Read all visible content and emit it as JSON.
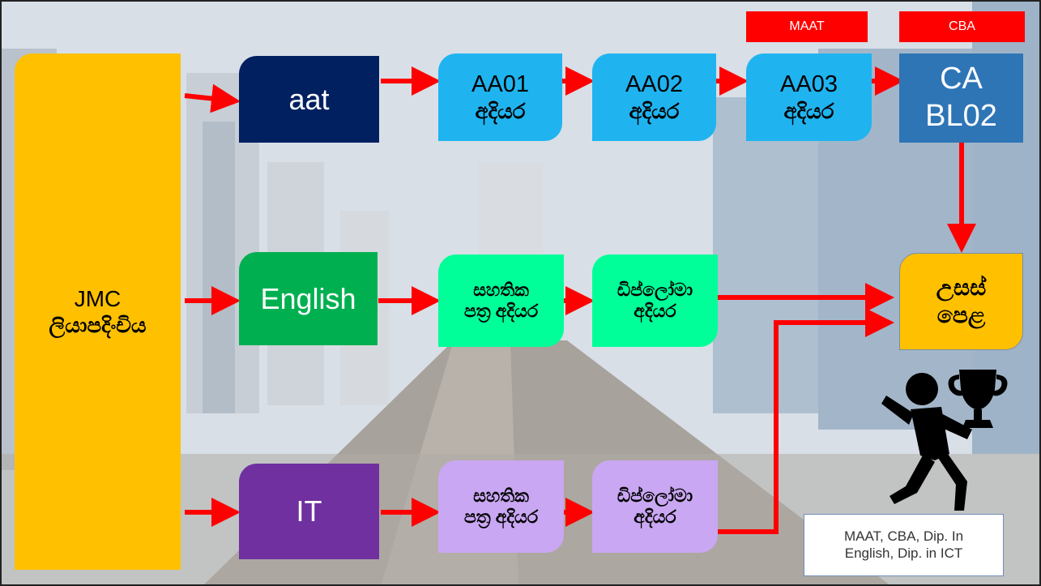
{
  "colors": {
    "arrow": "#ff0000",
    "jmc": "#ffc000",
    "aat": "#002060",
    "english": "#00b050",
    "it": "#7030a0",
    "aa_steps": "#1fb4f0",
    "ca": "#2e75b6",
    "english_steps": "#00ff99",
    "it_steps": "#c9a7f2",
    "goal": "#ffc000",
    "tags": "#ff0000"
  },
  "jmc": {
    "line1": "JMC",
    "line2": "ලියාපදිංචිය"
  },
  "tracks": {
    "aat": {
      "label": "aat"
    },
    "english": {
      "label": "English"
    },
    "it": {
      "label": "IT"
    }
  },
  "aat_steps": [
    {
      "line1": "AA01",
      "line2": "අදියර"
    },
    {
      "line1": "AA02",
      "line2": "අදියර"
    },
    {
      "line1": "AA03",
      "line2": "අදියර"
    }
  ],
  "ca": {
    "line1": "CA",
    "line2": "BL02"
  },
  "tags": {
    "maat": "MAAT",
    "cba": "CBA"
  },
  "english_steps": [
    {
      "line1": "සහතික",
      "line2": "පත්‍ර අදියර"
    },
    {
      "line1": "ඩිප්ලෝමා",
      "line2": "අදියර"
    }
  ],
  "it_steps": [
    {
      "line1": "සහතික",
      "line2": "පත්‍ර අදියර"
    },
    {
      "line1": "ඩිප්ලෝමා",
      "line2": "අදියර"
    }
  ],
  "goal": {
    "line1": "උසස්",
    "line2": "පෙළ"
  },
  "caption": {
    "line1": "MAAT, CBA, Dip. In",
    "line2": "English, Dip. in ICT"
  },
  "icons": {
    "achiever": "person-with-trophy-icon"
  }
}
